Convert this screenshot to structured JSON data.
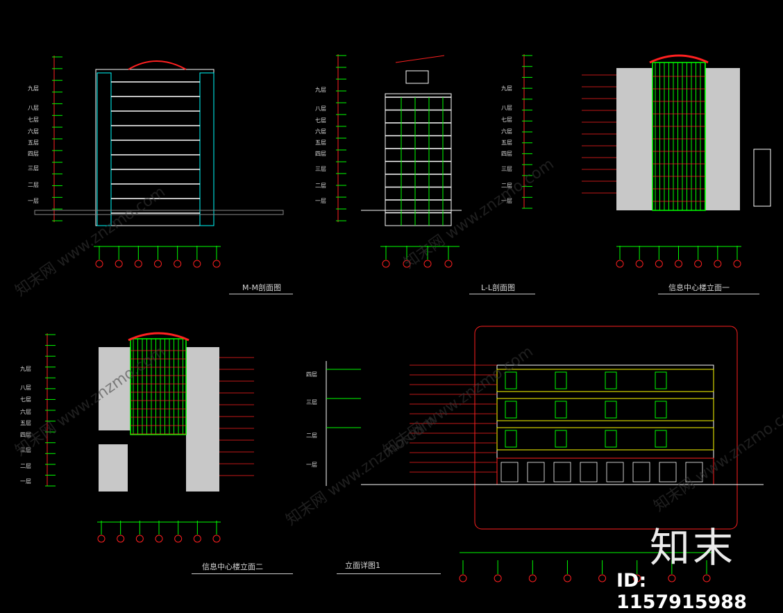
{
  "drawings": {
    "mm_section": "M-M剖面图",
    "ll_section": "L-L剖面图",
    "elevation1": "信息中心楼立面一",
    "elevation2": "信息中心楼立面二",
    "elevation_detail": "立面详图1"
  },
  "floors": [
    "九层",
    "八层",
    "七层",
    "六层",
    "五层",
    "四层",
    "三层",
    "二层",
    "一层"
  ],
  "detail_floors": [
    "四层",
    "三层",
    "二层",
    "一层"
  ],
  "watermark": {
    "logo_text": "知末",
    "id_text": "ID: 1157915988",
    "tiles": [
      "知末网 www.znzmo.com",
      "知末网 www.znzmo.com",
      "知末网 www.znzmo.com",
      "知末网 www.znzmo.com",
      "知末网 www.znzmo.com",
      "知末网 www.znzmo.com"
    ]
  },
  "colors": {
    "background": "#000000",
    "structure": "#ffffff",
    "green": "#00ff00",
    "cyan": "#00ffff",
    "red": "#ff2020",
    "yellow": "#ffff00",
    "magenta": "#ff00ff",
    "grey": "#bdbdbd"
  }
}
